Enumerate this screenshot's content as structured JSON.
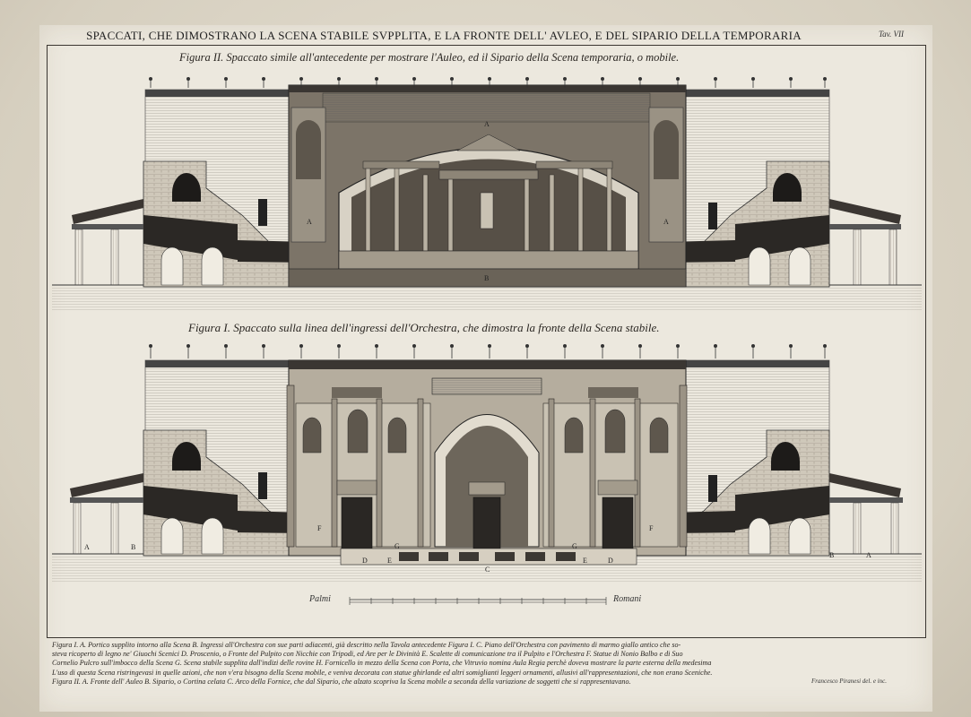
{
  "plate": {
    "title": "SPACCATI, CHE DIMOSTRANO LA SCENA STABILE SVPPLITA, E LA FRONTE DELL' AVLEO, E DEL SIPARIO DELLA TEMPORARIA",
    "plate_number": "Tav. VII",
    "figure_top_caption": "Figura II. Spaccato simile all'antecedente per mostrare l'Auleo, ed il Sipario della Scena temporaria, o mobile.",
    "figure_bottom_caption": "Figura I. Spaccato sulla linea dell'ingressi dell'Orchestra, che dimostra la fronte della Scena stabile.",
    "scale_left": "Palmi",
    "scale_right": "Romani",
    "notes": [
      "Figura I. A. Portico supplito intorno alla Scena B. Ingressi all'Orchestra con sue parti adiacenti, già descritto nella Tavola antecedente Figura I. C. Piano dell'Orchestra con pavimento di marmo giallo antico che so-",
      "steva ricoperto di legno ne' Giuochi Scenici D. Proscenio, o Fronte del Pulpito con Nicchie con Tripodi, ed Are per le Divinità E. Scalette di comunicazione tra il Pulpito e l'Orchestra F. Statue di Nonio Balbo e di Suo",
      "Cornelio Pulcro sull'imbocco della Scena G. Scena stabile supplita dall'indizi delle rovine H. Fornicello in mezzo della Scena con Porta, che Vitruvio nomina Aula Regia perchè doveva mostrare la parte esterna della medesima",
      "L'uso di questa Scena ristringevasi in quelle azioni, che non v'era bisogno della Scena mobile, e veniva decorata con statue ghirlande ed altri somiglianti leggeri ornamenti, allusivi all'rappresentazioni, che non erano Sceniche.",
      "Figura II. A. Fronte dell' Auleo B. Sipario, o Cortina celata C. Arco della Fornice, che dal Sipario, che alzato scopriva la Scena mobile a seconda della variazione de soggetti che si rappresentavano."
    ],
    "signature": "Francesco Piranesi del. e inc.",
    "labels": {
      "A": "A",
      "B": "B",
      "C": "C",
      "D": "D",
      "E": "E",
      "F": "F",
      "G": "G"
    }
  }
}
